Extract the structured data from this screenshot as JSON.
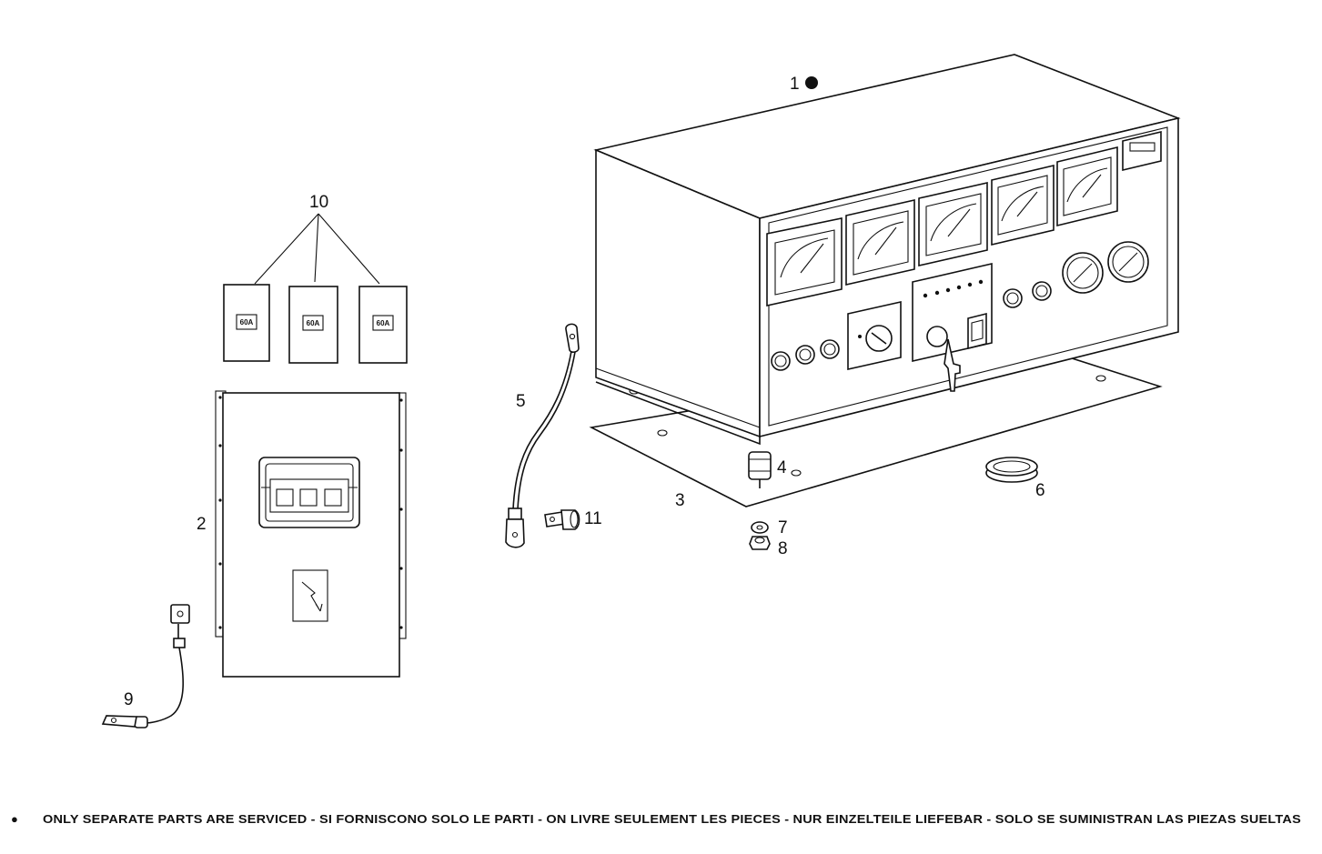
{
  "callouts": {
    "c1": "1",
    "c2": "2",
    "c3": "3",
    "c4": "4",
    "c5": "5",
    "c6": "6",
    "c7": "7",
    "c8": "8",
    "c9": "9",
    "c10": "10",
    "c11": "11"
  },
  "fuse_label": "60A",
  "footnote": {
    "bullet": "●",
    "text": "ONLY SEPARATE PARTS ARE SERVICED - SI FORNISCONO SOLO LE PARTI - ON LIVRE SEULEMENT LES PIECES - NUR EINZELTEILE LIEFEBAR - SOLO SE SUMINISTRAN LAS PIEZAS SUELTAS"
  }
}
